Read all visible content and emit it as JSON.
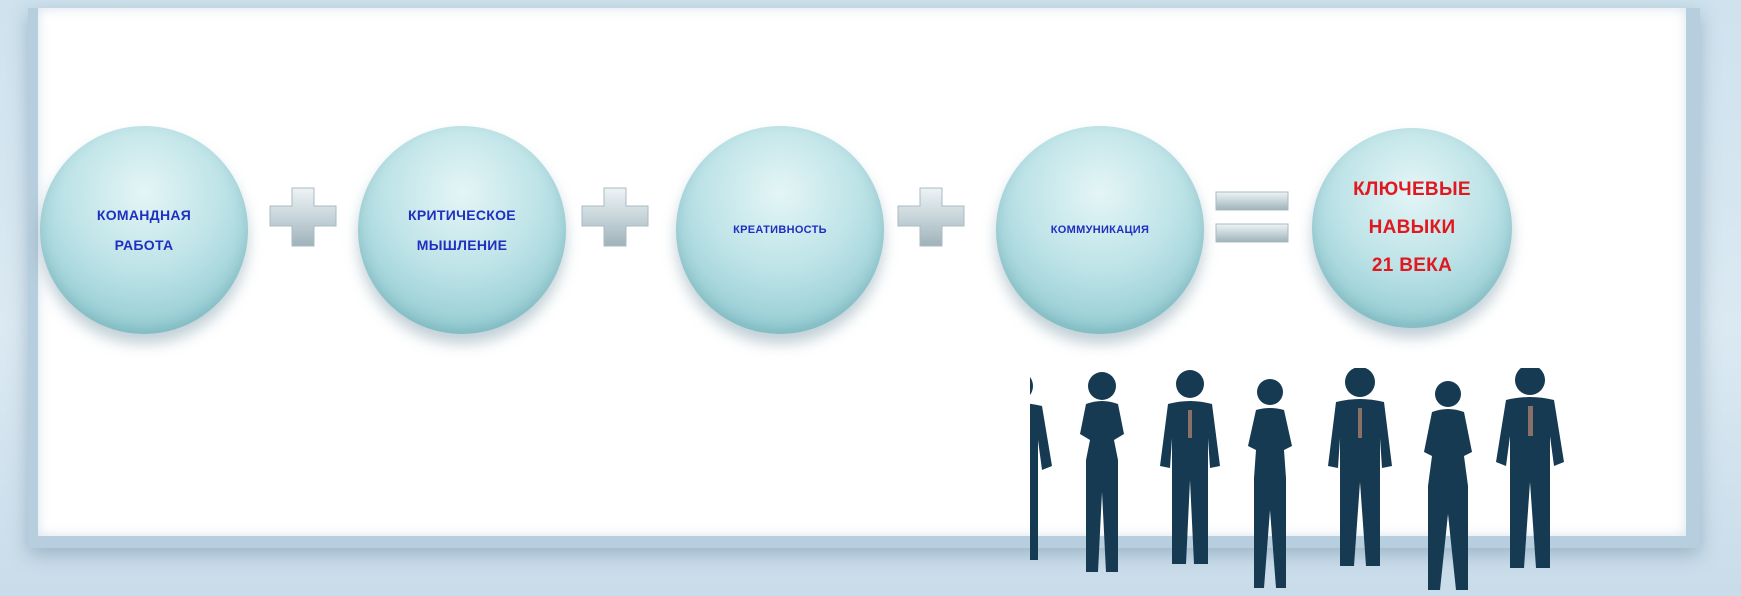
{
  "skills": [
    {
      "lines": [
        "КОМАНДНАЯ",
        "РАБОТА"
      ]
    },
    {
      "lines": [
        "КРИТИЧЕСКОЕ",
        "МЫШЛЕНИЕ"
      ]
    },
    {
      "lines": [
        "КРЕАТИВНОСТЬ"
      ]
    },
    {
      "lines": [
        "КОММУНИКАЦИЯ"
      ]
    }
  ],
  "result": {
    "lines": [
      "КЛЮЧЕВЫЕ",
      "НАВЫКИ",
      "21 ВЕКА"
    ]
  },
  "operators": [
    "plus-icon",
    "plus-icon",
    "plus-icon",
    "equals-icon"
  ],
  "colors": {
    "skill_text": "#1f2fbf",
    "result_text": "#e0181f",
    "circle_fill": "#bde3e7",
    "silhouette": "#163a52",
    "operator": "#c8d6db"
  },
  "figures": [
    "man-silhouette-icon",
    "woman-silhouette-icon",
    "man-silhouette-icon",
    "woman-silhouette-icon",
    "man-silhouette-icon",
    "woman-silhouette-icon",
    "man-silhouette-icon"
  ]
}
